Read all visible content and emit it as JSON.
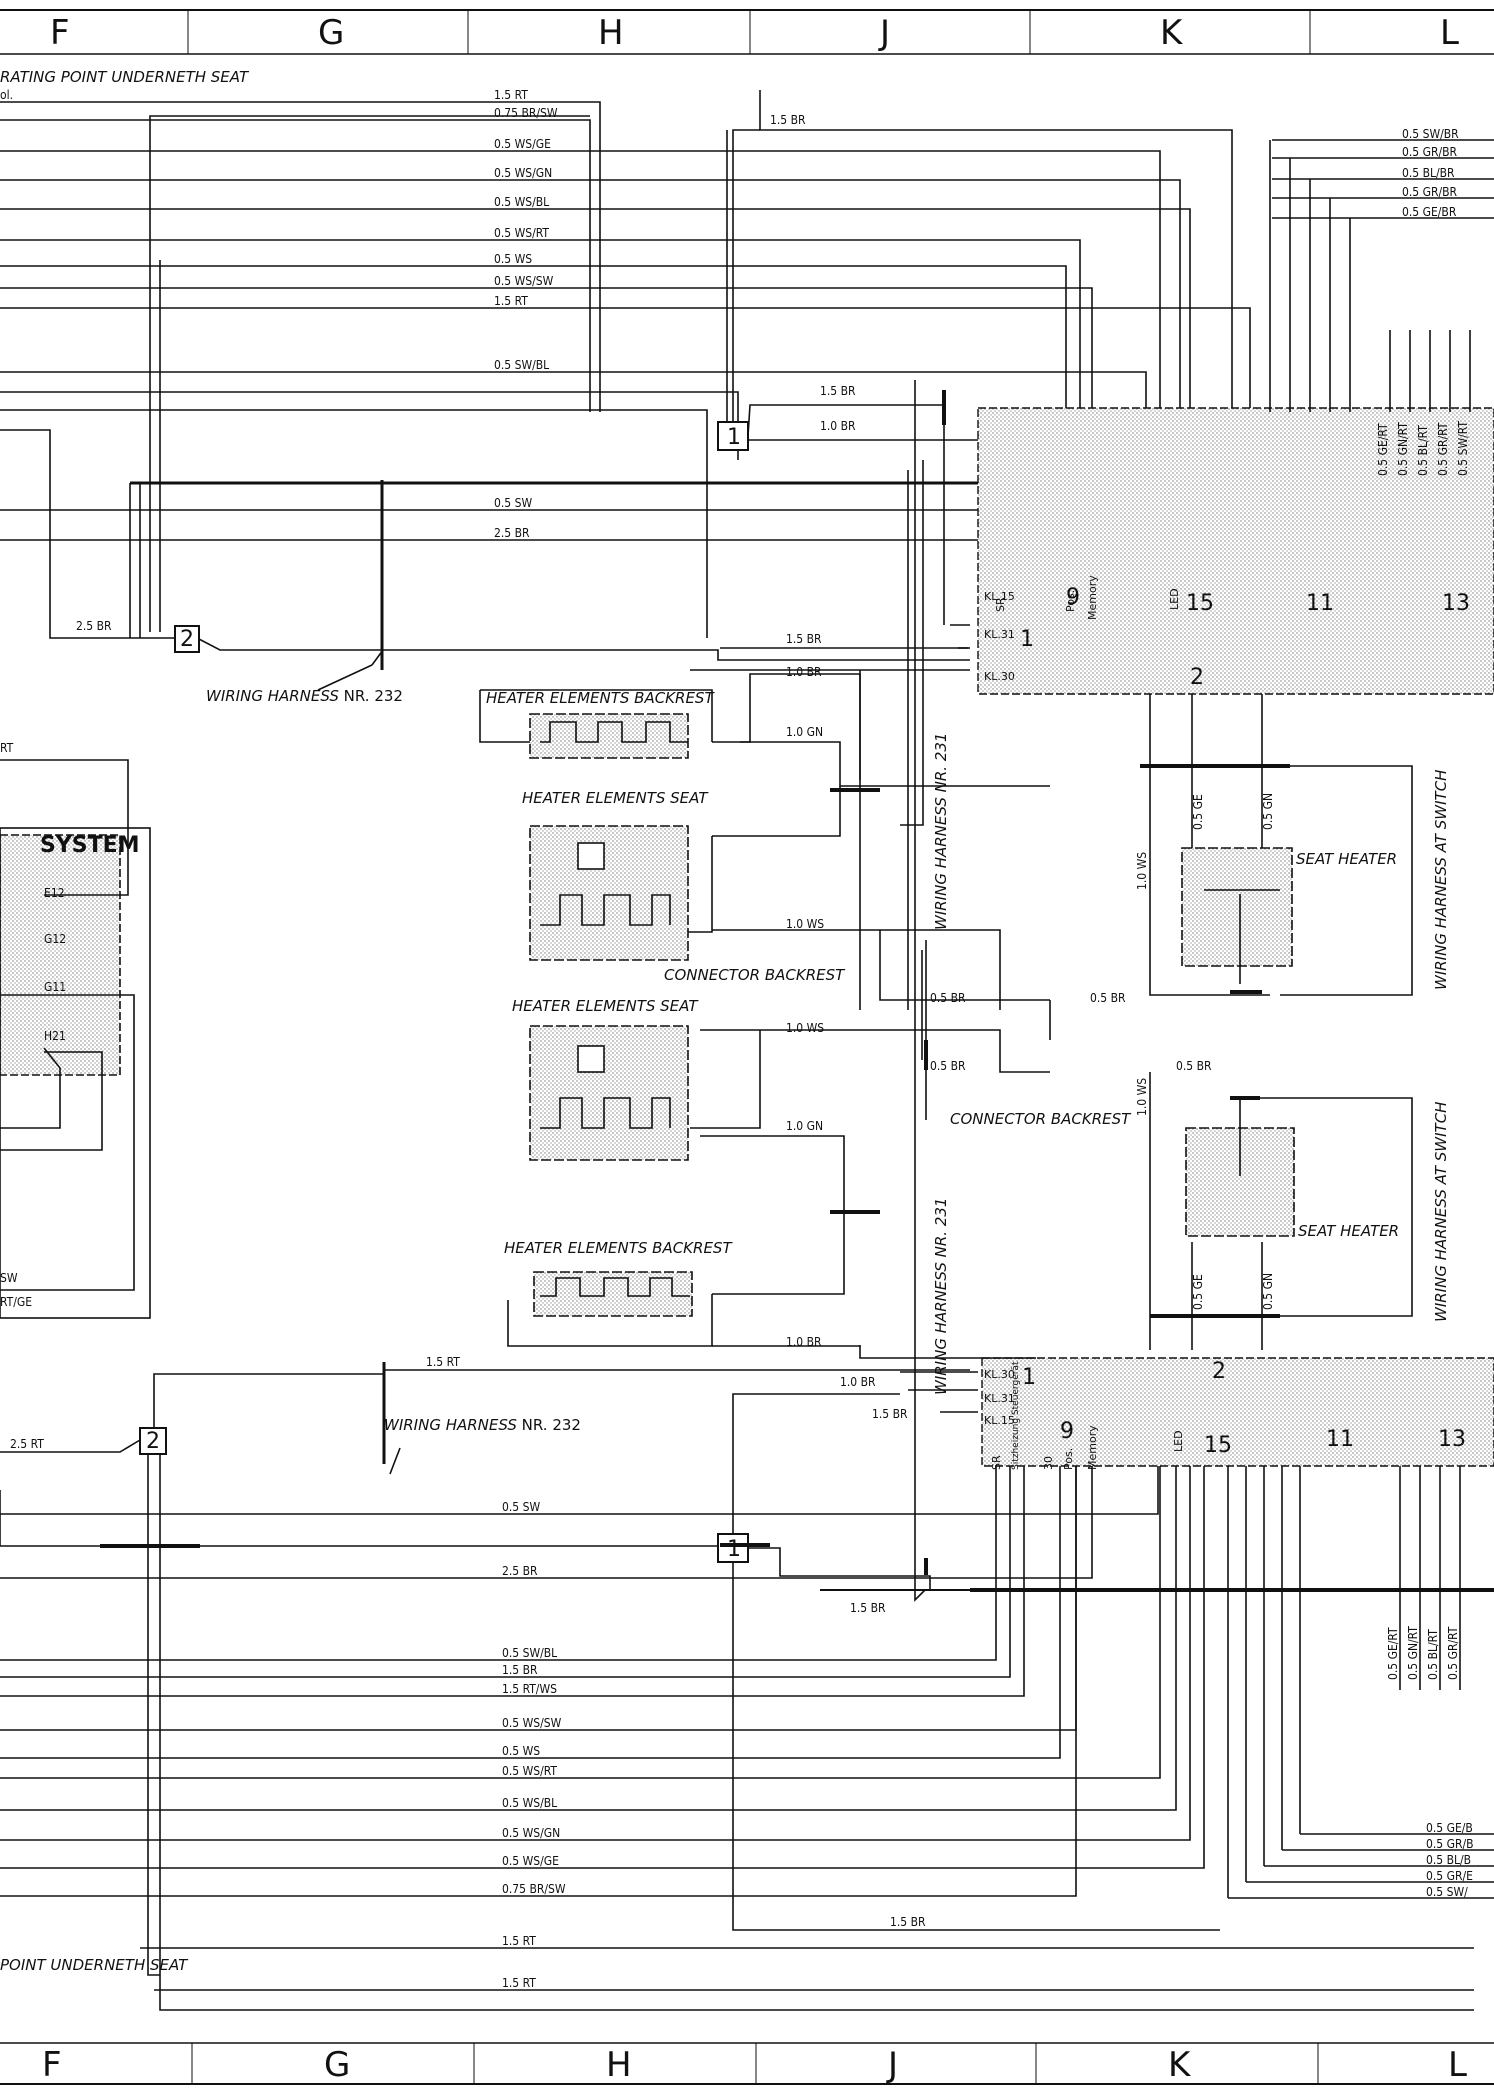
{
  "grid": {
    "columns": [
      "F",
      "G",
      "H",
      "J",
      "K",
      "L"
    ]
  },
  "notes": {
    "top": "RATING POINT UNDERNETH SEAT",
    "top2": "ol.",
    "bottom": "POINT UNDERNETH SEAT"
  },
  "upper_wires": [
    "1.5 RT",
    "0.75 BR/SW",
    "0.5 WS/GE",
    "0.5 WS/GN",
    "0.5 WS/BL",
    "0.5 WS/RT",
    "0.5 WS",
    "0.5 WS/SW",
    "1.5 RT",
    "0.5 SW/BL",
    "0.5 SW",
    "2.5 BR"
  ],
  "upper_right_wires": [
    "0.5 SW/BR",
    "0.5 GR/BR",
    "0.5 BL/BR",
    "0.5 GR/BR",
    "0.5 GE/BR"
  ],
  "lower_wires": [
    "0.5 SW",
    "2.5 BR",
    "0.5 SW/BL",
    "1.5 BR",
    "1.5 RT/WS",
    "0.5 WS/SW",
    "0.5 WS",
    "0.5 WS/RT",
    "0.5 WS/BL",
    "0.5 WS/GN",
    "0.5 WS/GE",
    "0.75 BR/SW",
    "1.5 RT",
    "1.5 RT"
  ],
  "lower_right_wires": [
    "0.5 GE/B",
    "0.5 GR/B",
    "0.5 BL/B",
    "0.5 GR/E",
    "0.5 SW/"
  ],
  "vertical_wires_top": [
    "0.5 GE/RT",
    "0.5 GN/RT",
    "0.5 BL/RT",
    "0.5 GR/RT",
    "0.5 SW/RT"
  ],
  "vertical_wires_bottom": [
    "0.5 GE/RT",
    "0.5 GN/RT",
    "0.5 BL/RT",
    "0.5 GR/RT"
  ],
  "misc_wires": {
    "br15_a": "1.5 BR",
    "br15_b": "1.5 BR",
    "br10_a": "1.0 BR",
    "br15_c": "1.5 BR",
    "br10_b": "1.0 BR",
    "gn10_a": "1.0 GN",
    "ws10_a": "1.0 WS",
    "br05_a": "0.5 BR",
    "br05_b": "0.5 BR",
    "ws10_b": "1.0 WS",
    "gn10_b": "1.0 GN",
    "br05_c": "0.5 BR",
    "br05_d": "0.5 BR",
    "br10_c": "1.0 BR",
    "ws10_v1": "1.0 WS",
    "ws10_v2": "1.0 WS",
    "ge05_a": "0.5 GE",
    "gn05_a": "0.5 GN",
    "ge05_b": "0.5 GE",
    "gn05_b": "0.5 GN",
    "rt25": "2.5 RT",
    "br25": "2.5 BR",
    "rt15_lower": "1.5 RT",
    "br10_lower": "1.0 BR",
    "br15_lower": "1.5 BR",
    "br15_lowest": "1.5 BR",
    "br15_bottom": "1.5 BR",
    "sw_left": "SW",
    "rtge_left": "RT/GE",
    "rt_left": "RT"
  },
  "labels": {
    "heater_backrest_top": "HEATER ELEMENTS BACKREST",
    "heater_seat_top": "HEATER ELEMENTS SEAT",
    "connector_backrest_top": "CONNECTOR BACKREST",
    "heater_seat_mid": "HEATER ELEMENTS SEAT",
    "connector_backrest_mid": "CONNECTOR BACKREST",
    "heater_backrest_bottom": "HEATER ELEMENTS BACKREST",
    "harness_232": "WIRING HARNESS",
    "harness_232_nr": "NR. 232",
    "harness_232_b": "WIRING HARNESS",
    "harness_232_b_nr": "NR. 232",
    "harness_231_top": "WIRING HARNESS NR. 231",
    "harness_231_bottom": "WIRING HARNESS NR. 231",
    "harness_switch_top": "WIRING HARNESS AT SWITCH",
    "harness_switch_bottom": "WIRING HARNESS AT SWITCH",
    "seat_heater_top": "SEAT HEATER",
    "seat_heater_bottom": "SEAT HEATER",
    "system": "SYSTEM"
  },
  "connectors": {
    "c1": "1",
    "c2": "2",
    "c1b": "1",
    "c2b": "2"
  },
  "module_top": {
    "pins": [
      "KL.15",
      "KL.31",
      "KL.30"
    ],
    "groups": [
      "9",
      "15",
      "11",
      "13",
      "1",
      "2"
    ],
    "headers": [
      "SR",
      "Pos.",
      "Memory",
      "LED"
    ]
  },
  "module_bottom": {
    "pins": [
      "KL.30",
      "KL.31",
      "KL.15"
    ],
    "groups": [
      "9",
      "15",
      "11",
      "13",
      "1",
      "2"
    ],
    "headers": [
      "SR",
      "Sitzheizung Steuergerät",
      "30",
      "Pos.",
      "Memory",
      "LED"
    ]
  },
  "left_pins": [
    "E12",
    "G12",
    "G11",
    "H21"
  ]
}
